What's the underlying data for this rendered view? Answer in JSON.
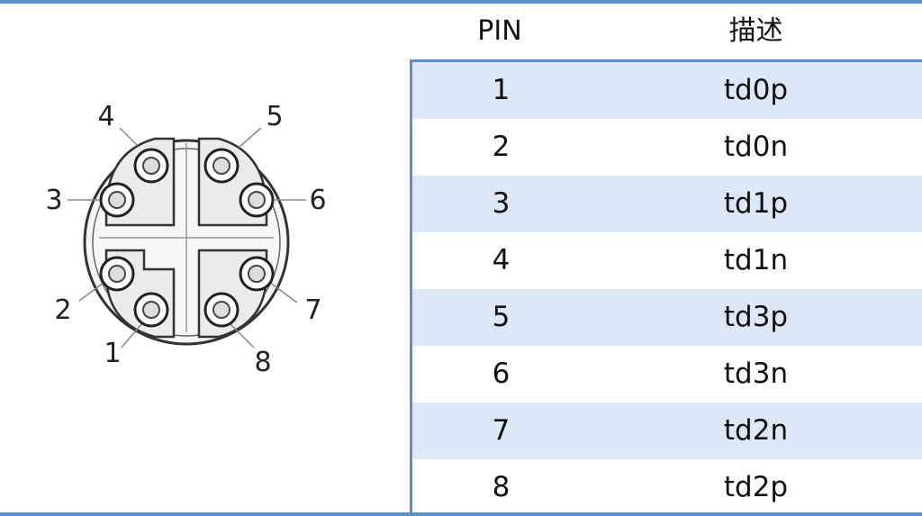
{
  "table": {
    "headers": {
      "pin": "PIN",
      "description": "描述"
    },
    "rows": [
      {
        "pin": "1",
        "description": "td0p"
      },
      {
        "pin": "2",
        "description": "td0n"
      },
      {
        "pin": "3",
        "description": "td1p"
      },
      {
        "pin": "4",
        "description": "td1n"
      },
      {
        "pin": "5",
        "description": "td3p"
      },
      {
        "pin": "6",
        "description": "td3n"
      },
      {
        "pin": "7",
        "description": "td2n"
      },
      {
        "pin": "8",
        "description": "td2p"
      }
    ]
  },
  "diagram": {
    "pin_labels": [
      "1",
      "2",
      "3",
      "4",
      "5",
      "6",
      "7",
      "8"
    ]
  },
  "colors": {
    "accent": "#5b8fc7",
    "row_stripe": "#dce8f5",
    "diagram_stroke": "#333333",
    "leader_line": "#888888"
  }
}
